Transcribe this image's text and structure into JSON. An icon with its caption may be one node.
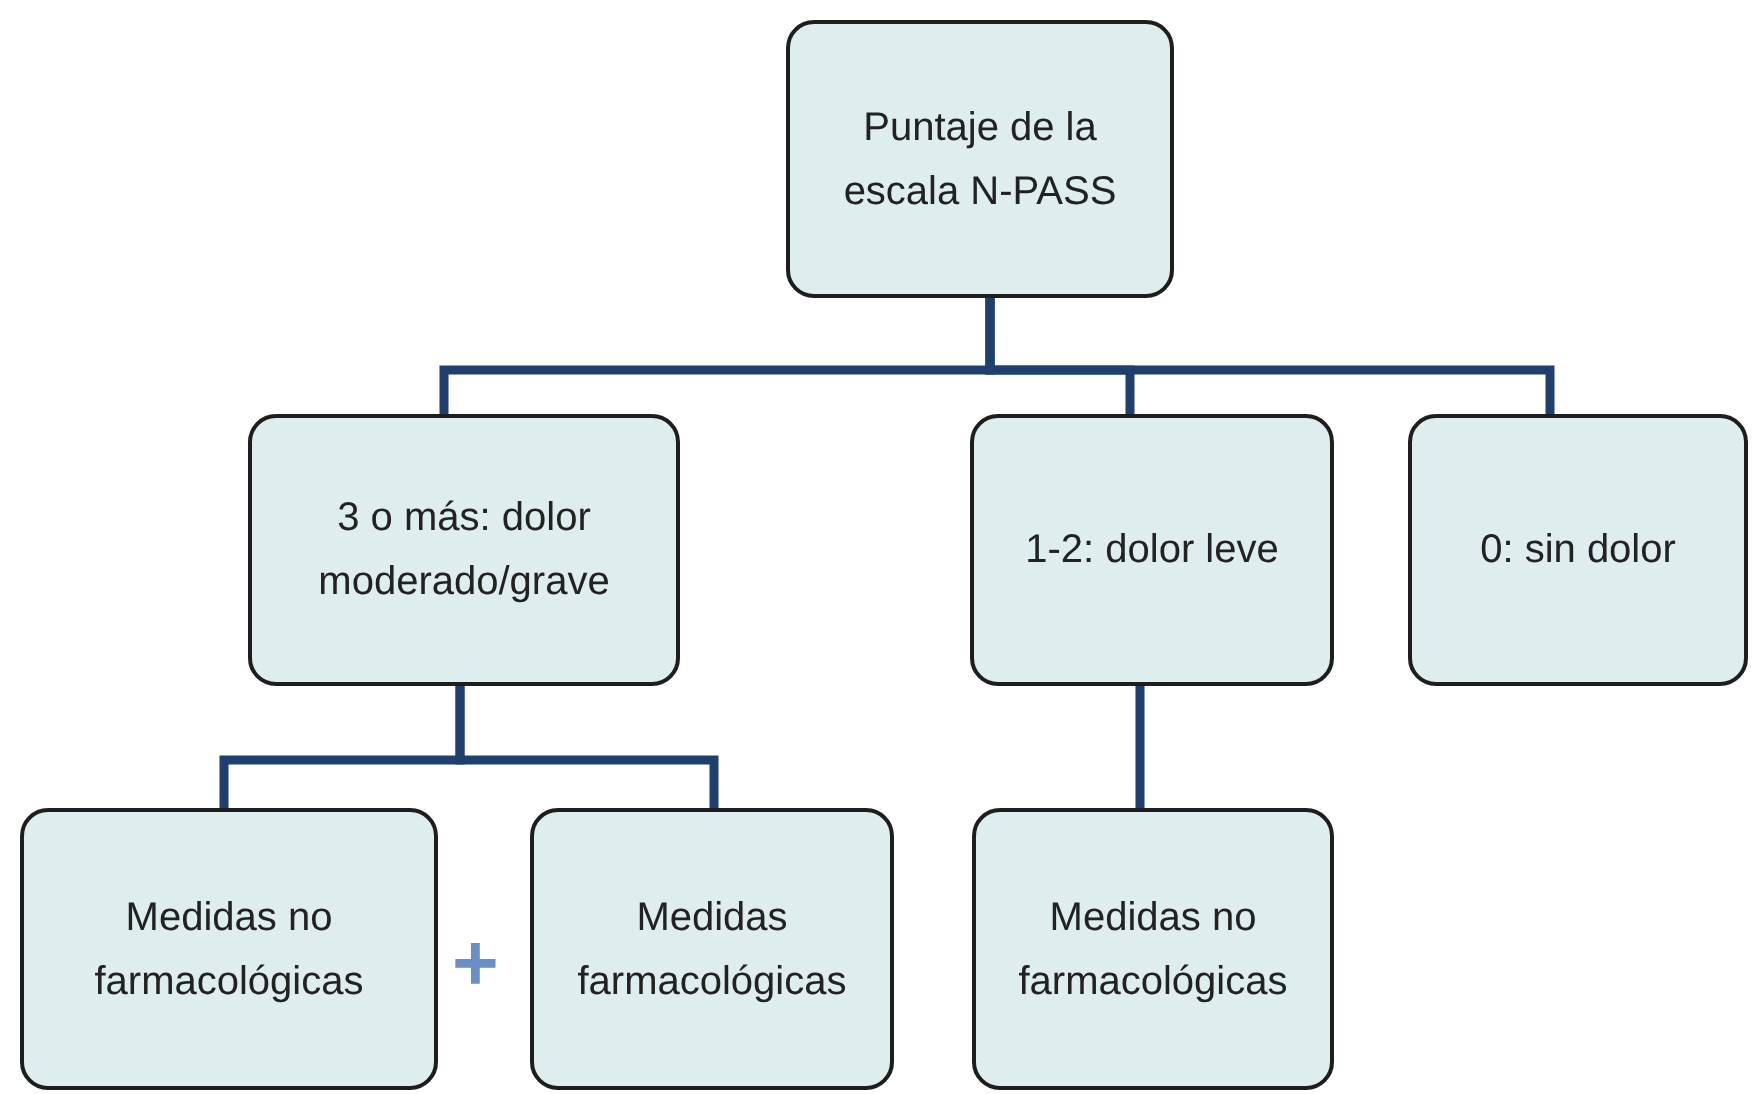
{
  "diagram": {
    "nodes": [
      {
        "text": [
          "Puntaje de la escala N-PASS"
        ]
      },
      {
        "text": [
          "3 o más: dolor moderado/grave"
        ]
      },
      {
        "text": [
          "1-2: dolor leve"
        ]
      },
      {
        "text": [
          "0: sin dolor"
        ]
      },
      {
        "text": [
          "Medidas no farmacológicas"
        ]
      },
      {
        "text": [
          "Medidas farmacológicas"
        ]
      },
      {
        "text": [
          "Medidas no farmacológicas"
        ]
      }
    ],
    "edges": [
      {
        "from": 0,
        "to": 1,
        "arrow": "none"
      },
      {
        "from": 0,
        "to": 2,
        "arrow": "none"
      },
      {
        "from": 0,
        "to": 3,
        "arrow": "none"
      },
      {
        "from": 1,
        "to": 4,
        "arrow": "none"
      },
      {
        "from": 1,
        "to": 5,
        "arrow": "none"
      },
      {
        "from": 2,
        "to": 6,
        "arrow": "none"
      }
    ],
    "labels": [
      "+"
    ]
  }
}
